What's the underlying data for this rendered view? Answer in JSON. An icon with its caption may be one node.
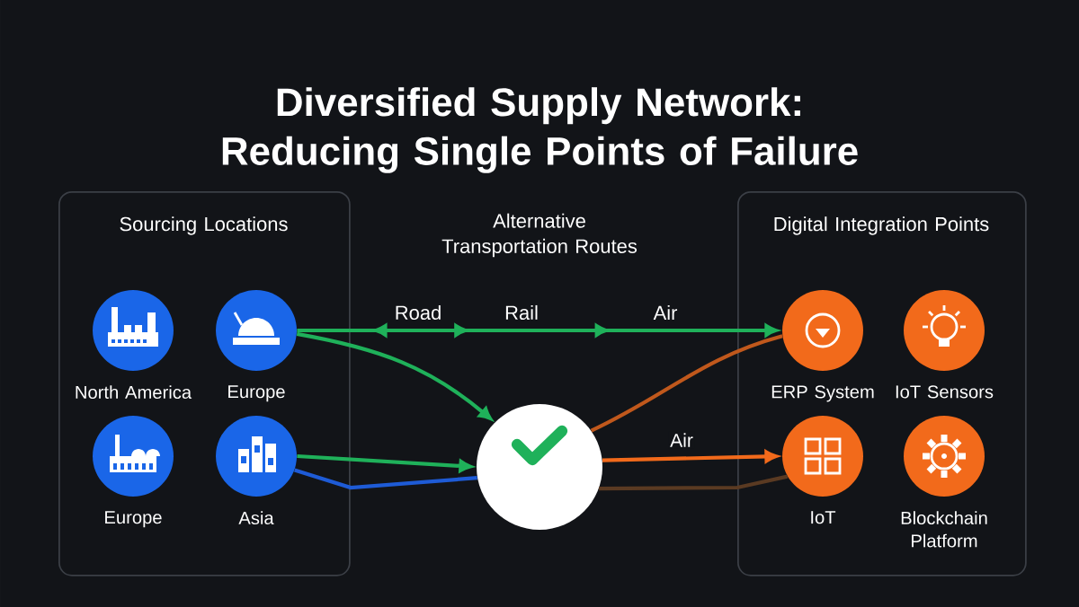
{
  "diagram": {
    "title": "Diversified Supply Network: Reducing Single Points of Failure",
    "nodes": [
      {
        "text": [
          "Sourcing Locations"
        ]
      },
      {
        "text": [],
        "shape": "circle",
        "beside": [
          "North America"
        ],
        "in": 0
      },
      {
        "text": [],
        "shape": "circle",
        "beside": [
          "Europe"
        ],
        "in": 0
      },
      {
        "text": [],
        "shape": "circle",
        "beside": [
          "Europe"
        ],
        "in": 0
      },
      {
        "text": [],
        "shape": "circle",
        "beside": [
          "Asia"
        ],
        "in": 0
      },
      {
        "text": [
          "Digital Integration Points"
        ]
      },
      {
        "text": [],
        "shape": "circle",
        "beside": [
          "ERP System"
        ],
        "in": 5
      },
      {
        "text": [],
        "shape": "circle",
        "beside": [
          "IoT Sensors"
        ],
        "in": 5
      },
      {
        "text": [],
        "shape": "circle",
        "beside": [
          "IoT"
        ],
        "in": 5
      },
      {
        "text": [],
        "shape": "circle",
        "beside": [
          "Blockchain Platform"
        ],
        "in": 5
      },
      {
        "text": [],
        "shape": "circle"
      }
    ],
    "edges": [
      {
        "from": 2,
        "to": 6,
        "arrow": "to"
      },
      {
        "from": 2,
        "to": 10,
        "arrow": "to"
      },
      {
        "from": 4,
        "to": 10,
        "arrow": "to"
      },
      {
        "from": 4,
        "to": 10,
        "arrow": "none",
        "color": "#1e5bd6"
      },
      {
        "from": 10,
        "to": 6,
        "arrow": "none",
        "color": "#c0581c"
      },
      {
        "from": 10,
        "to": 8,
        "label": "Air",
        "arrow": "to",
        "color": "#f26a1b"
      },
      {
        "from": 10,
        "to": 8,
        "arrow": "none",
        "color": "#5a3a22"
      }
    ],
    "labels": [
      "Alternative Transportation Routes",
      "Road",
      "Rail",
      "Air"
    ]
  }
}
